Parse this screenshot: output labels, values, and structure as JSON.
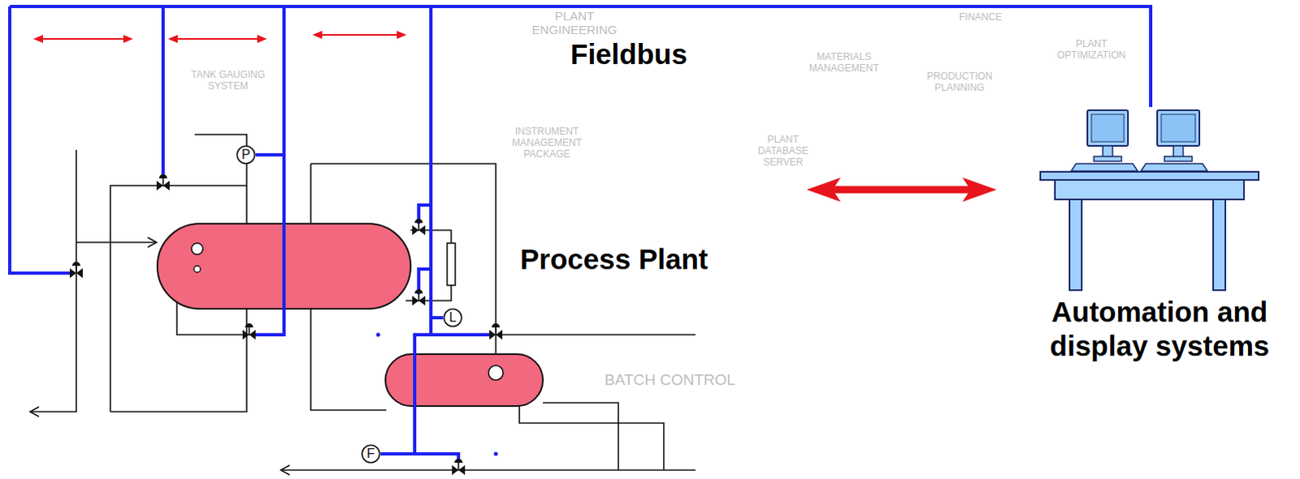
{
  "diagram": {
    "nodes": [
      {
        "text": [
          "P"
        ]
      },
      {
        "text": [
          "L"
        ]
      },
      {
        "text": [
          "F"
        ]
      },
      {
        "text": [
          "Automation and display systems"
        ]
      }
    ],
    "edges": [
      {
        "from": 0,
        "to": 3,
        "arrow": "none"
      },
      {
        "from": 1,
        "to": 3,
        "arrow": "none"
      },
      {
        "from": 2,
        "to": 3,
        "arrow": "none"
      }
    ],
    "labels": [
      "Fieldbus",
      "Process Plant",
      "PLANT ENGINEERING",
      "TANK GAUGING SYSTEM",
      "INSTRUMENT MANAGEMENT PACKAGE",
      "MATERIALS MANAGEMENT",
      "PRODUCTION PLANNING",
      "PLANT DATABASE SERVER",
      "FINANCE",
      "PLANT OPTIMIZATION",
      "BATCH CONTROL"
    ]
  }
}
